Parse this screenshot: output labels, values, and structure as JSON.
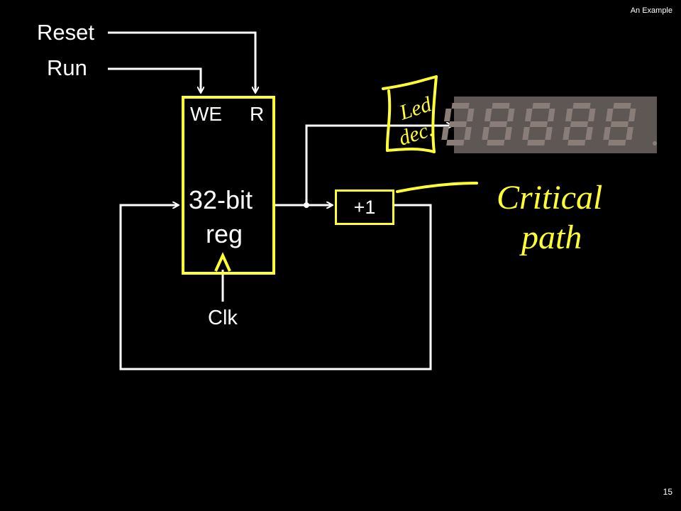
{
  "slide": {
    "tag": "An Example",
    "page_number": "15"
  },
  "inputs": {
    "reset": "Reset",
    "run": "Run"
  },
  "register": {
    "we": "WE",
    "r": "R",
    "name_line1": "32-bit",
    "name_line2": "reg"
  },
  "clock": {
    "label": "Clk"
  },
  "incrementer": {
    "label": "+1"
  },
  "display": {
    "digit_count": 5,
    "segment_color": "#8a7d78",
    "panel_color": "#5f5753"
  },
  "handwriting": {
    "led_note_line1": "Led",
    "led_note_line2": "dec.",
    "critical_line1": "Critical",
    "critical_line2": "path"
  },
  "colors": {
    "accent": "#ffff33",
    "background": "#000000",
    "wire": "#ffffff"
  }
}
